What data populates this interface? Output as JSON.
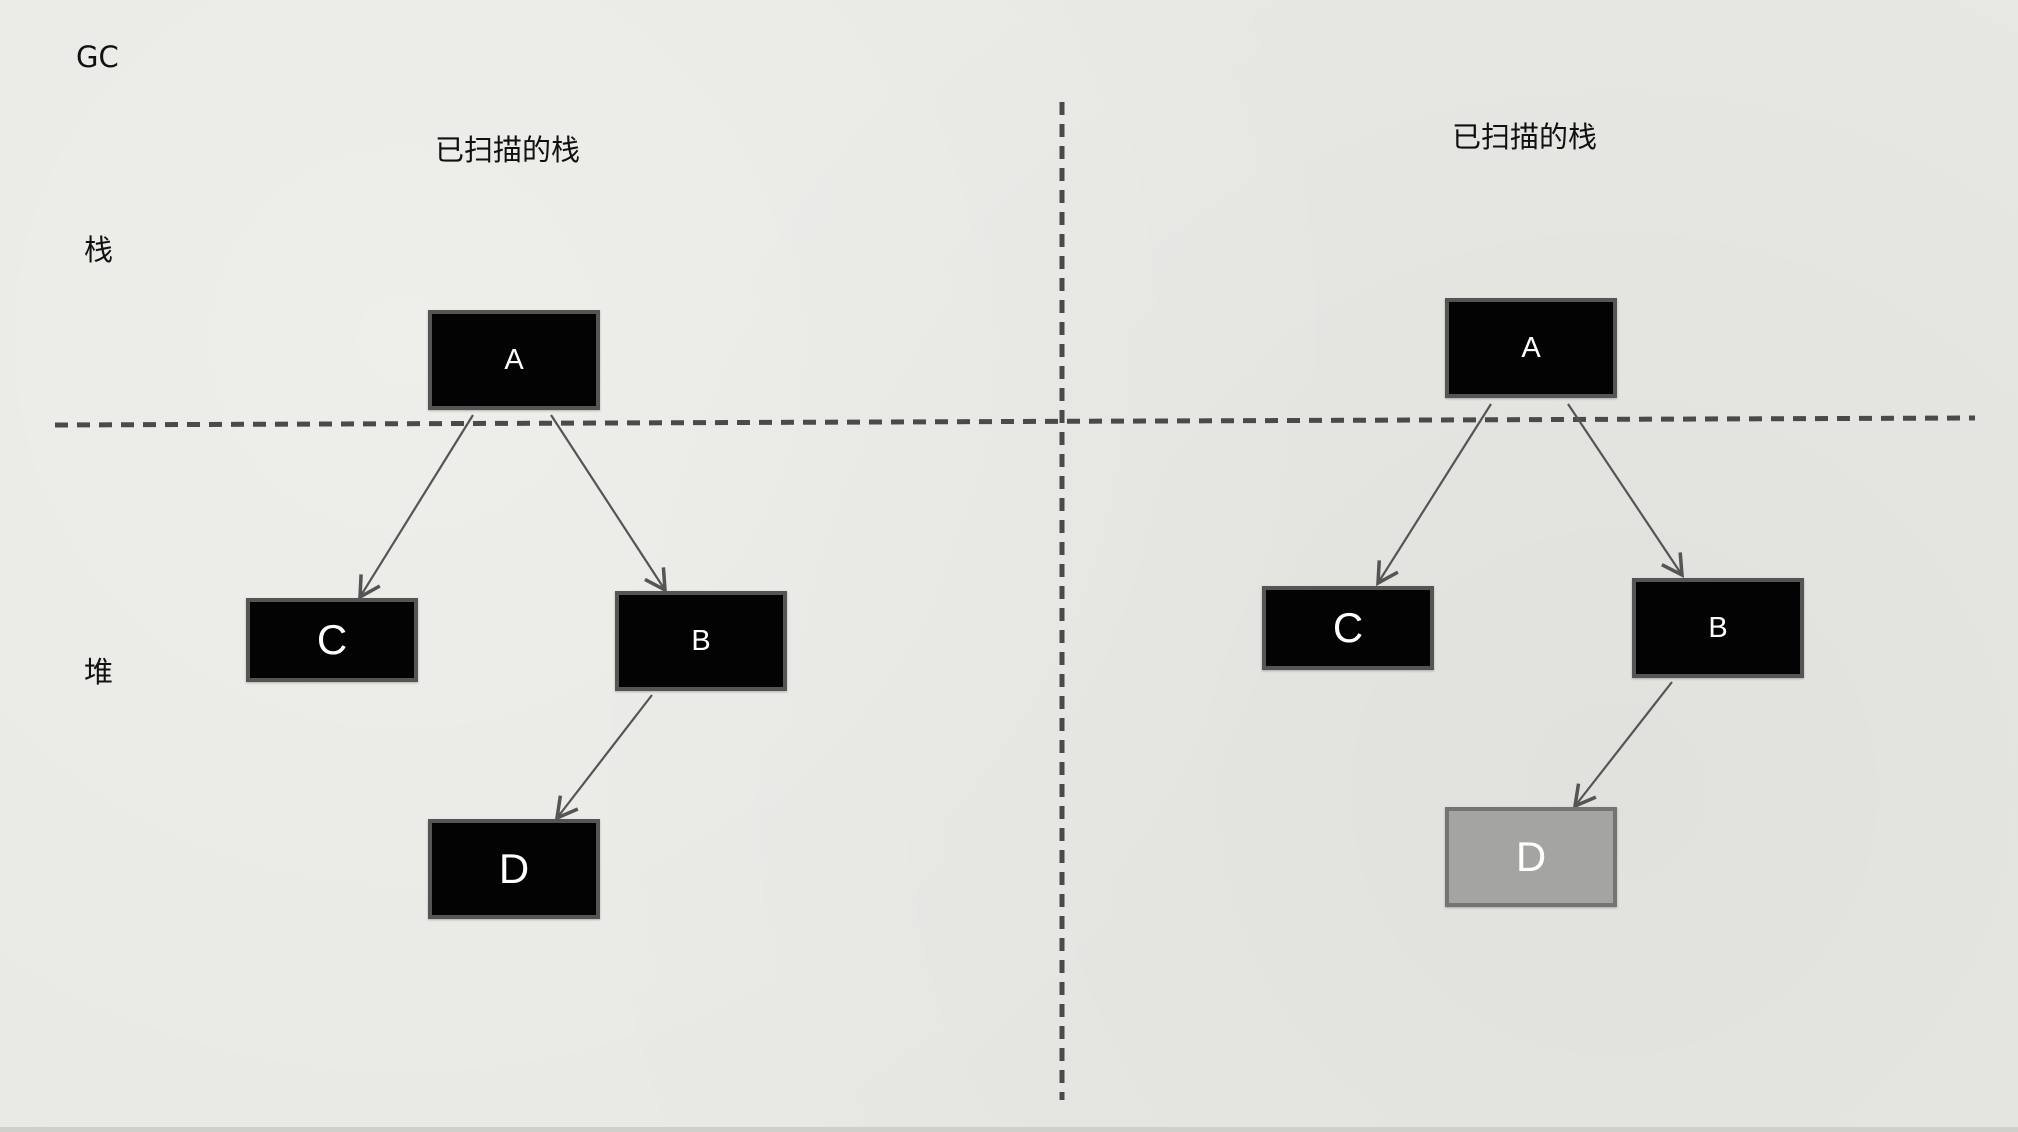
{
  "title": "GC",
  "row_labels": {
    "stack": "栈",
    "heap": "堆"
  },
  "panels": [
    {
      "heading": "已扫描的栈",
      "nodes": {
        "A": {
          "label": "A",
          "state": "black"
        },
        "B": {
          "label": "B",
          "state": "black"
        },
        "C": {
          "label": "C",
          "state": "black"
        },
        "D": {
          "label": "D",
          "state": "black"
        }
      },
      "edges": [
        [
          "A",
          "C"
        ],
        [
          "A",
          "B"
        ],
        [
          "B",
          "D"
        ]
      ]
    },
    {
      "heading": "已扫描的栈",
      "nodes": {
        "A": {
          "label": "A",
          "state": "black"
        },
        "B": {
          "label": "B",
          "state": "black"
        },
        "C": {
          "label": "C",
          "state": "black"
        },
        "D": {
          "label": "D",
          "state": "grey"
        }
      },
      "edges": [
        [
          "A",
          "C"
        ],
        [
          "A",
          "B"
        ],
        [
          "B",
          "D"
        ]
      ]
    }
  ],
  "colors": {
    "background": "#e8e8e4",
    "black_node": "#030303",
    "grey_node": "#a4a4a2",
    "divider": "#4a4a4a",
    "arrow": "#555555"
  }
}
